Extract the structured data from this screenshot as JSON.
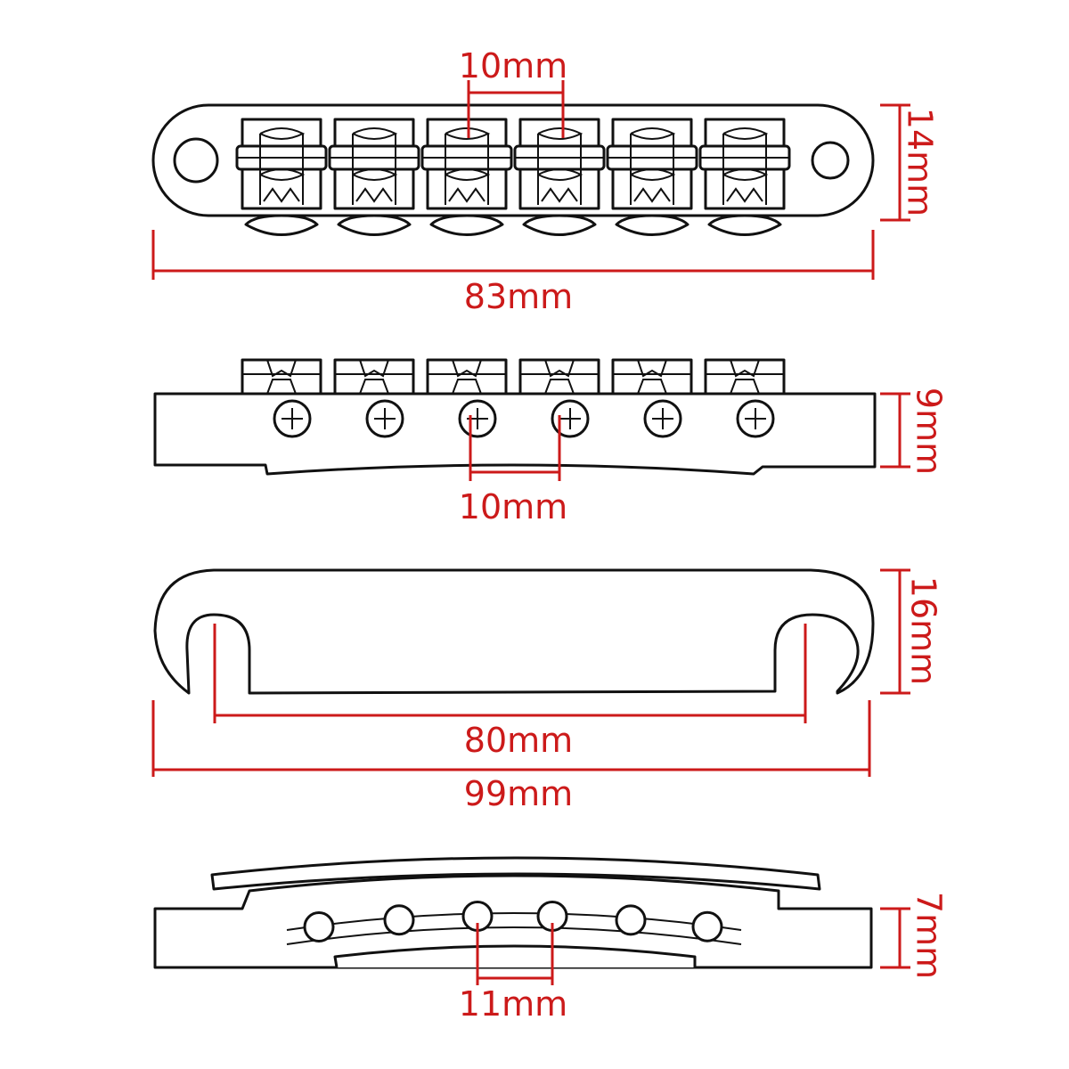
{
  "colors": {
    "outline": "#111111",
    "dimension": "#cc1a1a",
    "background": "#ffffff"
  },
  "bridge_top": {
    "saddle_spacing": "10mm",
    "width": "14mm",
    "length": "83mm"
  },
  "bridge_side": {
    "height": "9mm",
    "screw_spacing": "10mm"
  },
  "tailpiece_top": {
    "height": "16mm",
    "stud_spacing": "80mm",
    "length": "99mm"
  },
  "tailpiece_side": {
    "height": "7mm",
    "string_hole_spacing": "11mm"
  }
}
